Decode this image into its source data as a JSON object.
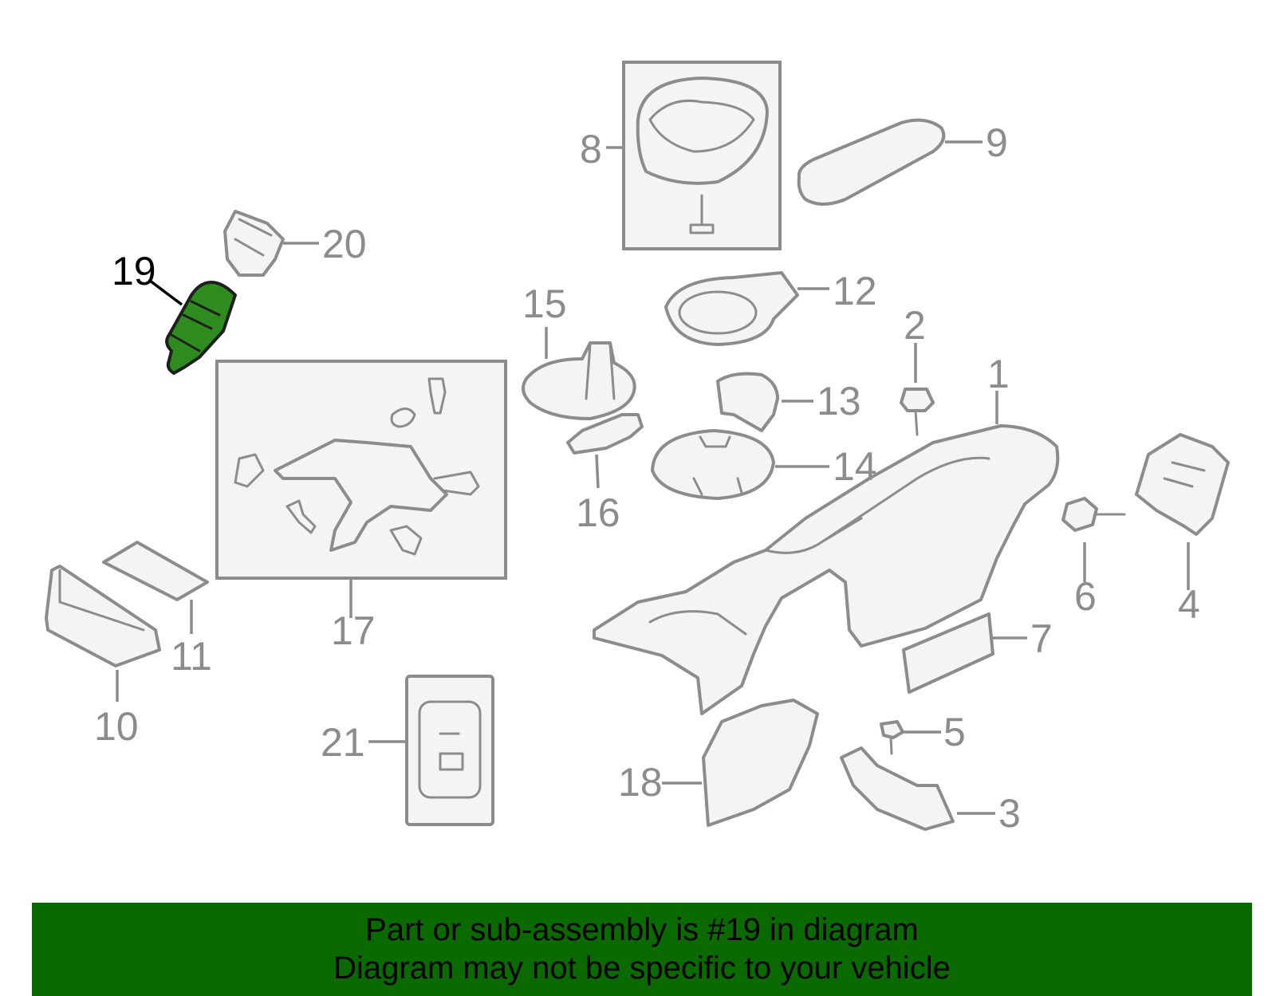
{
  "callouts": {
    "c1": "1",
    "c2": "2",
    "c3": "3",
    "c4": "4",
    "c5": "5",
    "c6": "6",
    "c7": "7",
    "c8": "8",
    "c9": "9",
    "c10": "10",
    "c11": "11",
    "c12": "12",
    "c13": "13",
    "c14": "14",
    "c15": "15",
    "c16": "16",
    "c17": "17",
    "c18": "18",
    "c19": "19",
    "c20": "20",
    "c21": "21"
  },
  "highlighted_part": "19",
  "colors": {
    "highlight_part": "#2e8b1e",
    "banner": "#0a6a00",
    "line": "#8c8c8c"
  },
  "banner": {
    "line1": "Part or sub-assembly is #19 in diagram",
    "line2": "Diagram may not be specific to your vehicle"
  }
}
